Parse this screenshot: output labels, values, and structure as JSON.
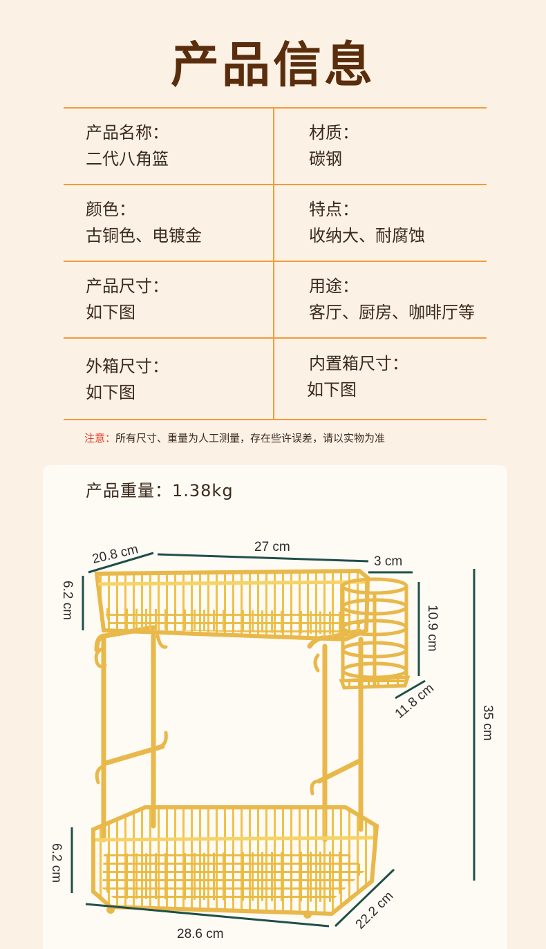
{
  "title": "产品信息",
  "specs": {
    "name_label": "产品名称：",
    "name_value": "二代八角篮",
    "material_label": "材质：",
    "material_value": "碳钢",
    "color_label": "颜色：",
    "color_value": "古铜色、电镀金",
    "feature_label": "特点：",
    "feature_value": "收纳大、耐腐蚀",
    "size_label": "产品尺寸：",
    "size_value": "如下图",
    "usage_label": "用途：",
    "usage_value": "客厅、厨房、咖啡厅等",
    "outer_label": "外箱尺寸：",
    "outer_value": "如下图",
    "inner_label": "内置箱尺寸：",
    "inner_value": "如下图"
  },
  "note": {
    "label": "注意：",
    "text": "所有尺寸、重量为人工测量，存在些许误差，请以实物为准"
  },
  "weight": "产品重量：1.38kg",
  "dimensions": {
    "top_depth": "20.8 cm",
    "top_width": "27 cm",
    "holder_width": "3 cm",
    "top_height": "6.2 cm",
    "holder_height": "10.9 cm",
    "holder_depth": "11.8 cm",
    "total_height": "35 cm",
    "bottom_height": "6.2 cm",
    "bottom_width": "28.6 cm",
    "bottom_depth": "22.2 cm"
  },
  "colors": {
    "title": "#5a2d0c",
    "table_line": "#f39a3a",
    "note_label": "#e03a28",
    "gold": "#e8b84a",
    "gold_light": "#fbe49a",
    "dimension_line": "#1f4f4a"
  }
}
